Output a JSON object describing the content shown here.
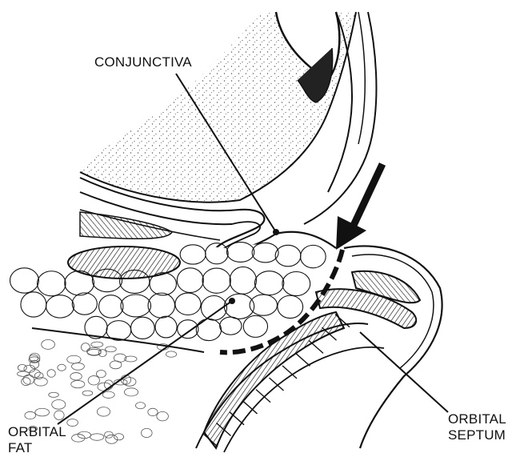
{
  "labels": {
    "conjunctiva": "CONJUNCTIVA",
    "orbital_fat": [
      "ORBITAL",
      "FAT"
    ],
    "orbital_septum": [
      "ORBITAL",
      "SEPTUM"
    ]
  },
  "colors": {
    "ink": "#111111",
    "paper": "#ffffff",
    "stipple": "#555555"
  }
}
